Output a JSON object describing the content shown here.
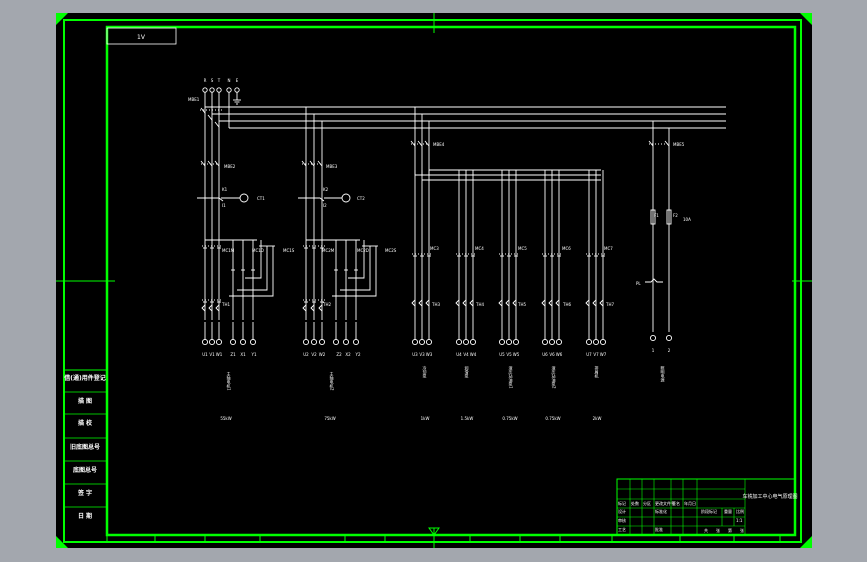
{
  "sheet_tag": "1V",
  "supply_labels": [
    "R",
    "S",
    "T",
    "N",
    "E"
  ],
  "motors": [
    {
      "breaker": "MBE1",
      "breaker2": "MBE2",
      "ct_labels": [
        "K1",
        "I1"
      ],
      "ct_name": "CT1",
      "contactors": [
        "MC1M",
        "MC1D",
        "MC1S"
      ],
      "thermal": "TH1",
      "terminals": [
        "U1",
        "V1",
        "W1",
        "Z1",
        "X1",
        "Y1"
      ],
      "caption": "主轴电机1",
      "power": "55kW"
    },
    {
      "breaker": "MBE3",
      "ct_labels": [
        "K2",
        "I2"
      ],
      "ct_name": "CT2",
      "contactors": [
        "MC2M",
        "MC2D",
        "MC2S"
      ],
      "thermal": "TH2",
      "terminals": [
        "U2",
        "V2",
        "W2",
        "Z2",
        "X2",
        "Y2"
      ],
      "caption": "主轴电机2",
      "power": "75kW"
    }
  ],
  "aux": {
    "breaker": "MBE4",
    "branches": [
      {
        "contactor": "MC3",
        "thermal": "TH3",
        "terminals": [
          "U3",
          "V3",
          "W3"
        ],
        "caption": "冷却泵",
        "power": "1kW"
      },
      {
        "contactor": "MC4",
        "thermal": "TH4",
        "terminals": [
          "U4",
          "V4",
          "W4"
        ],
        "caption": "润滑泵",
        "power": "1.5kW"
      },
      {
        "contactor": "MC5",
        "thermal": "TH5",
        "terminals": [
          "U5",
          "V5",
          "W5"
        ],
        "caption": "液压站油泵1",
        "power": "0.75kW"
      },
      {
        "contactor": "MC6",
        "thermal": "TH6",
        "terminals": [
          "U6",
          "V6",
          "W6"
        ],
        "caption": "液压站油泵2",
        "power": "0.75kW"
      },
      {
        "contactor": "MC7",
        "thermal": "TH7",
        "terminals": [
          "U7",
          "V7",
          "W7"
        ],
        "caption": "排屑机",
        "power": "2kW"
      }
    ]
  },
  "control": {
    "breaker": "MBE5",
    "fuses": [
      "F1",
      "F2"
    ],
    "fuse_rating": "10A",
    "lamp": "PL",
    "terminals": [
      "1",
      "2"
    ],
    "caption": "照明电源"
  },
  "side_table": [
    "借(通)用件登记",
    "描 图",
    "描 校",
    "旧底图总号",
    "底图总号",
    "签 字",
    "日 期"
  ],
  "title_block": {
    "drawing_title": "车铣加工中心电气原理图",
    "row1": [
      "标记",
      "处数",
      "分区",
      "更改文件号",
      "签名",
      "年月日"
    ],
    "row2": [
      "设计",
      "",
      "标准化",
      ""
    ],
    "row3": [
      "审核",
      ""
    ],
    "row4": [
      "工艺",
      "",
      "批准",
      ""
    ],
    "stage": [
      "阶段标记",
      "重量",
      "比例"
    ],
    "scale": "1:1",
    "sheet": [
      "共",
      "张",
      "第",
      "张"
    ]
  },
  "colors": {
    "background": "#000000",
    "border": "#00ff00",
    "lines": "#ffffff",
    "outside": "#a3a7ae"
  }
}
